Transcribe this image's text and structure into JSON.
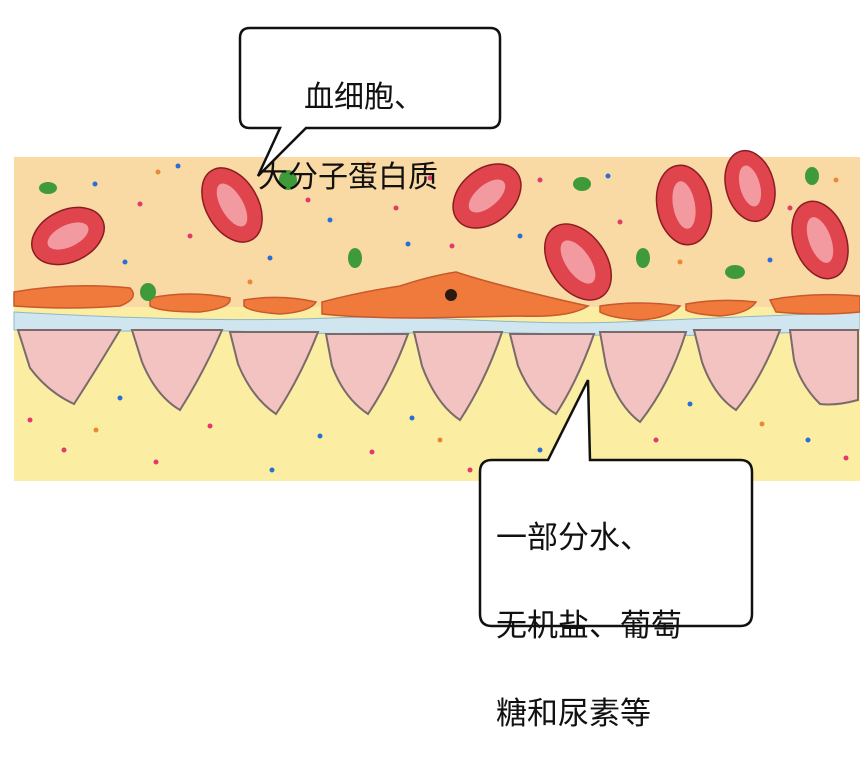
{
  "callouts": {
    "top": {
      "line1": "血细胞、",
      "line2": "大分子蛋白质"
    },
    "bottom": {
      "line1": "一部分水、",
      "line2": "无机盐、葡萄",
      "line3": "糖和尿素等"
    }
  },
  "colors": {
    "plasma": "#f9d9a4",
    "tissue_fluid": "#fbeea2",
    "red_blood_cell": "#e0444d",
    "rbc_center": "#f29aa0",
    "endothelium": "#f07a3c",
    "kidney_cells": "#f3c3c2",
    "basement_membrane": "#cfe6f0",
    "green_particles": "#3f9a3a"
  }
}
